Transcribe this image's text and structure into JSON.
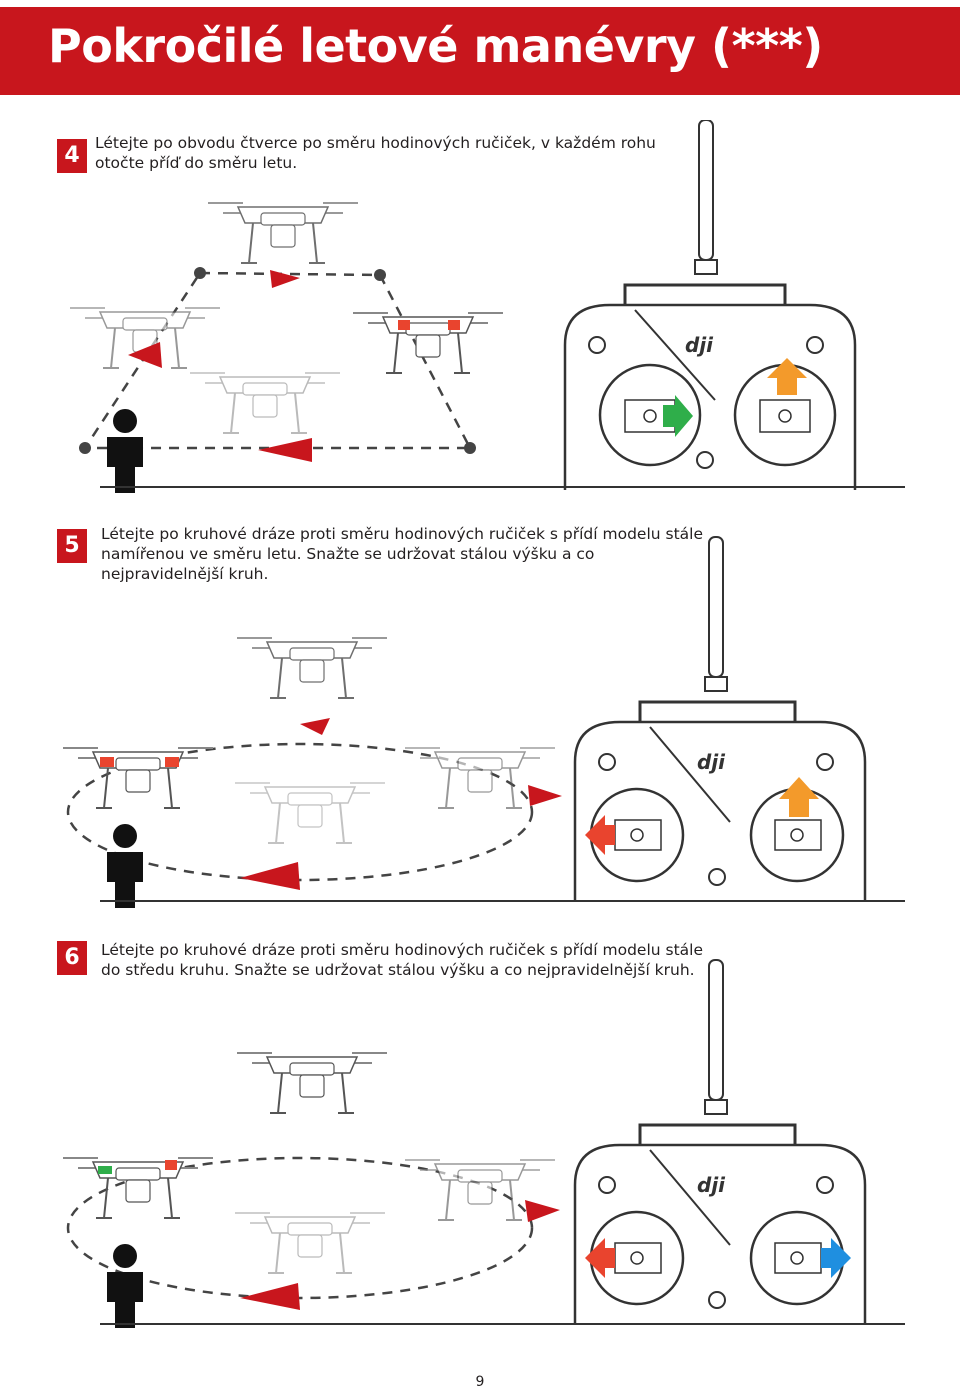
{
  "page": {
    "title": "Pokročilé letové manévry (***)",
    "page_number": "9"
  },
  "steps": [
    {
      "number": "4",
      "text": "Létejte po obvodu čtverce po směru hodinových ručiček, v každém rohu otočte příď do směru letu."
    },
    {
      "number": "5",
      "text": "Létejte po kruhové dráze proti směru hodinových ručiček s přídí modelu stále namířenou ve směru letu. Snažte se udržovat stálou výšku a co nejpravidelnější kruh."
    },
    {
      "number": "6",
      "text": "Létejte po kruhové dráze proti směru hodinových ručiček s přídí modelu stále do středu kruhu. Snažte se udržovat stálou výšku a co nejpravidelnější kruh."
    }
  ],
  "controller": {
    "logo_text": "dji"
  },
  "colors": {
    "brand_red": "#c8161d",
    "arrow_green": "#2fae4a",
    "arrow_orange": "#f39a2b",
    "arrow_red": "#e9442e",
    "arrow_blue": "#1f8fe0"
  },
  "icons": [
    "drone-icon",
    "pilot-icon",
    "remote-controller-icon",
    "direction-arrow-icon"
  ]
}
